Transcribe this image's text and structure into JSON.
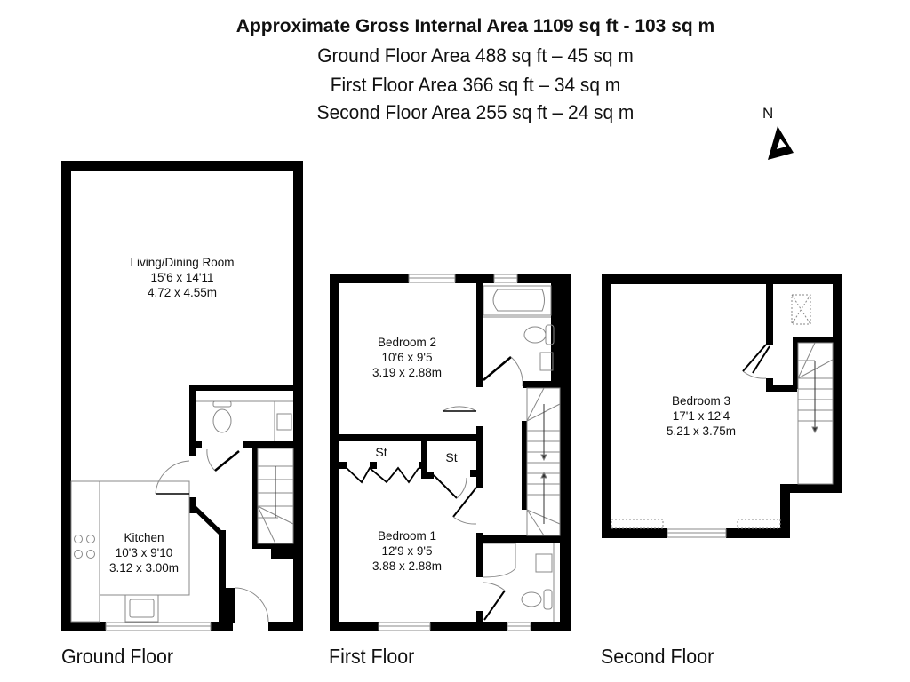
{
  "header": {
    "title": "Approximate Gross Internal Area 1109 sq ft - 103 sq m",
    "areas": [
      "Ground Floor Area 488 sq ft – 45 sq m",
      "First Floor Area 366 sq ft – 34 sq m",
      "Second Floor Area 255 sq ft – 24 sq m"
    ]
  },
  "compass": {
    "label": "N",
    "icon": "north-arrow-icon"
  },
  "floors": [
    {
      "name": "Ground Floor",
      "rooms": [
        {
          "name": "Living/Dining Room",
          "imperial": "15'6 x 14'11",
          "metric": "4.72 x 4.55m"
        },
        {
          "name": "Kitchen",
          "imperial": "10'3 x 9'10",
          "metric": "3.12 x 3.00m"
        }
      ]
    },
    {
      "name": "First Floor",
      "rooms": [
        {
          "name": "Bedroom 2",
          "imperial": "10'6 x 9'5",
          "metric": "3.19 x 2.88m"
        },
        {
          "name": "Bedroom 1",
          "imperial": "12'9 x 9'5",
          "metric": "3.88 x 2.88m"
        }
      ],
      "storage": [
        "St",
        "St"
      ]
    },
    {
      "name": "Second Floor",
      "rooms": [
        {
          "name": "Bedroom 3",
          "imperial": "17'1 x 12'4",
          "metric": "5.21 x 3.75m"
        }
      ]
    }
  ],
  "colors": {
    "wall": "#000000",
    "fixture": "#888888",
    "background": "#ffffff"
  }
}
